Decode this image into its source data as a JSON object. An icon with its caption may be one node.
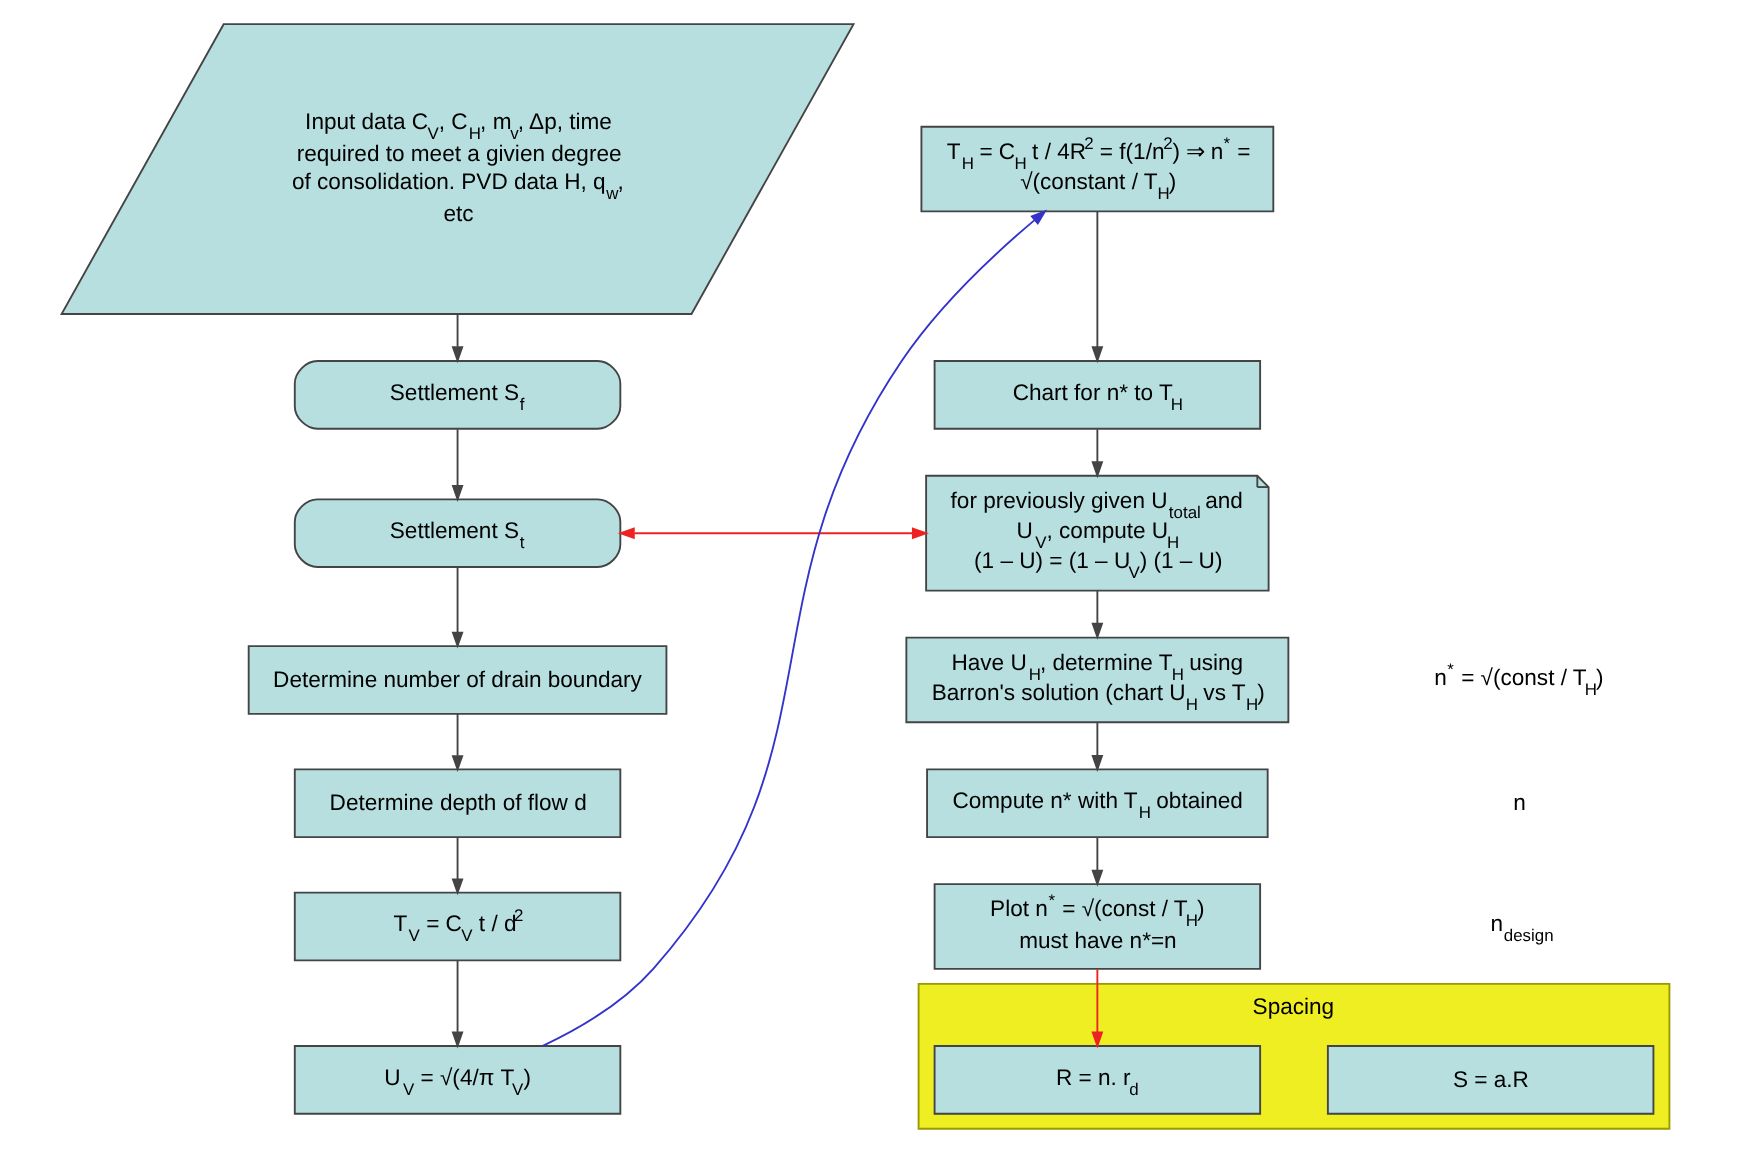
{
  "diagram": {
    "nodes": [
      {
        "text": [
          "Input data C$_{V}$, C$_{H}$, m$_{v}$, Δp, time required to meet a givien degree of consolidation. PVD data H, q$_{w}$, etc"
        ]
      },
      {
        "text": [
          "Settlement S$_{f}$"
        ]
      },
      {
        "text": [
          "Settlement S$_{t}$"
        ]
      },
      {
        "text": [
          "Determine number of drain boundary"
        ]
      },
      {
        "text": [
          "Determine depth of flow d"
        ]
      },
      {
        "text": [
          "T$_{V}$ = C$_{V}$ t / d$^{2}$"
        ]
      },
      {
        "text": [
          "U$_{V}$ = √(4/π T$_{V}$)"
        ]
      },
      {
        "text": [
          "T$_{H}$ = C$_{H}$ t / 4R$^{2}$ = f(1/n$^{2}$) ⇒ n$^{*}$ = √(constant / T$_{H}$)"
        ]
      },
      {
        "text": [
          "Chart for n* to T$_{H}$"
        ]
      },
      {
        "text": [
          "for previously given U$_{total}$ and U$_{V}$, compute U$_{H}$",
          "(1 – U) = (1 – U$_{V}$) (1 – U)"
        ]
      },
      {
        "text": [
          "Have U$_{H}$, determine T$_{H}$ using Barron's solution (chart U$_{H}$ vs T$_{H}$)"
        ]
      },
      {
        "text": [
          "Compute n* with T$_{H}$ obtained"
        ]
      },
      {
        "text": [
          "Plot n$^{*}$ = √(const / T$_{H}$)",
          "must have n*=n"
        ]
      },
      {
        "text": [
          "Spacing"
        ]
      },
      {
        "text": [
          "S = a.R"
        ],
        "in": 13
      },
      {
        "text": [
          "R = n. r$_{d}$"
        ],
        "in": 13
      }
    ],
    "edges": [
      {
        "from": 0,
        "to": 1,
        "arrow": "to"
      },
      {
        "from": 1,
        "to": 2,
        "arrow": "to"
      },
      {
        "from": 2,
        "to": 3,
        "arrow": "to"
      },
      {
        "from": 3,
        "to": 4,
        "arrow": "to"
      },
      {
        "from": 4,
        "to": 5,
        "arrow": "to"
      },
      {
        "from": 5,
        "to": 6,
        "arrow": "to"
      },
      {
        "from": 6,
        "to": 7,
        "arrow": "to",
        "color": "#3333cc"
      },
      {
        "from": 2,
        "to": 9,
        "arrow": "both",
        "color": "#ee2222"
      },
      {
        "from": 7,
        "to": 8,
        "arrow": "to"
      },
      {
        "from": 8,
        "to": 9,
        "arrow": "to"
      },
      {
        "from": 9,
        "to": 10,
        "arrow": "to"
      },
      {
        "from": 10,
        "to": 11,
        "arrow": "to"
      },
      {
        "from": 11,
        "to": 12,
        "arrow": "to"
      },
      {
        "from": 12,
        "to": 15,
        "arrow": "to",
        "color": "#ee2222"
      }
    ],
    "labels": [
      "n$^{*}$ = √(const / T$_{H}$)",
      "n",
      "n$_{design}$"
    ]
  }
}
